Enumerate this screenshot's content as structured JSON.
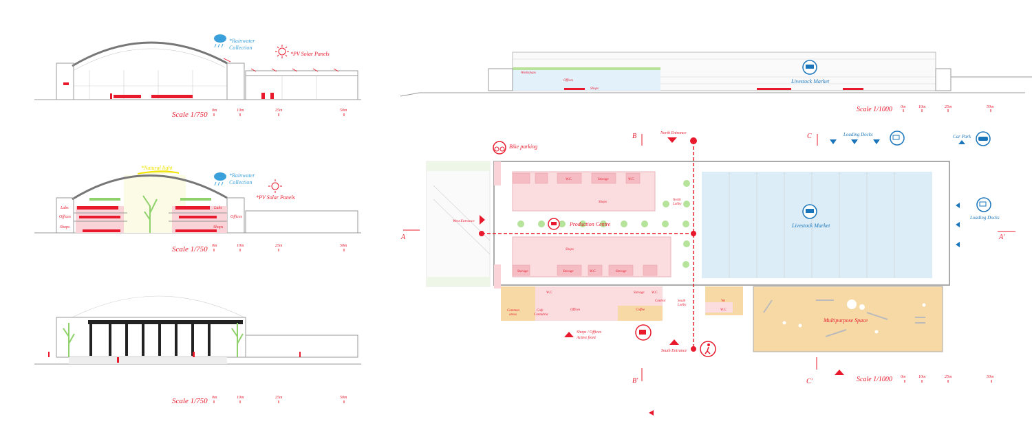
{
  "colors": {
    "accent_red": "#e8192c",
    "accent_blue": "#1a75bb",
    "shops_pink": "#f9d3d7",
    "market_blue": "#dcedf8",
    "multipurpose_orange": "#f7d9a5",
    "greenery": "#8fd16a",
    "natural_light": "#f2e500"
  },
  "section_a": {
    "rainwater": [
      "*Rainwater",
      "Collection"
    ],
    "pv": "*PV Solar Panels",
    "scale": {
      "label": "Scale 1/750",
      "ticks": [
        "0m",
        "10m",
        "25m",
        "50m"
      ]
    }
  },
  "section_b": {
    "natural_light": "*Natural light",
    "rainwater": [
      "*Rainwater",
      "Collection"
    ],
    "pv": "*PV Solar Panels",
    "floors_left": [
      "Labs",
      "Offices",
      "Shops"
    ],
    "floors_right": [
      "Labs",
      "Offices",
      "Shops"
    ],
    "scale": {
      "label": "Scale 1/750",
      "ticks": [
        "0m",
        "10m",
        "25m",
        "50m"
      ]
    }
  },
  "elevation": {
    "scale": {
      "label": "Scale 1/750",
      "ticks": [
        "0m",
        "10m",
        "25m",
        "50m"
      ]
    }
  },
  "long_section": {
    "labels": [
      "Workshops",
      "Offices",
      "Shops"
    ],
    "market": "Livestock Market",
    "scale": {
      "label": "Scale 1/1000",
      "ticks": [
        "0m",
        "10m",
        "25m",
        "50m"
      ]
    }
  },
  "plan": {
    "section_marks": {
      "a": "A",
      "a2": "A'",
      "b": "B",
      "b2": "B'",
      "c": "C",
      "c2": "C'"
    },
    "north_entrance": "North Entrance",
    "south_entrance": "South Entrance",
    "west_entrance": "West Entrance",
    "bike_parking": "Bike parking",
    "loading_docks_top": "Loading Docks",
    "loading_docks_right": "Loading Docks",
    "car_park": "Car Park",
    "production_centre": "Production Centre",
    "livestock_market": "Livestock Market",
    "multipurpose": "Multipurpose Space",
    "north_lobby": [
      "North",
      "Lobby"
    ],
    "south_lobby": [
      "South",
      "Lobby"
    ],
    "top_rooms": [
      "W.C.",
      "Storage",
      "W.C."
    ],
    "top_shops": "Shops",
    "bottom_shops": "Shops",
    "bottom_rooms": [
      "Storage",
      "Storage",
      "W.C.",
      "Storage"
    ],
    "lower_strip": {
      "common": [
        "Common",
        "areas"
      ],
      "cafe": [
        "Cafe",
        "Cantabria"
      ],
      "offices": "Offices",
      "wc1": "W.C.",
      "storage": "Storage",
      "wc2": "W.C.",
      "control": "Control",
      "coffee": "Coffee",
      "vet": "Vet",
      "wc3": "W.C."
    },
    "active_front": [
      "Shops / Offices",
      "Active front"
    ],
    "scale": {
      "label": "Scale 1/1000",
      "ticks": [
        "0m",
        "10m",
        "25m",
        "50m"
      ]
    }
  }
}
